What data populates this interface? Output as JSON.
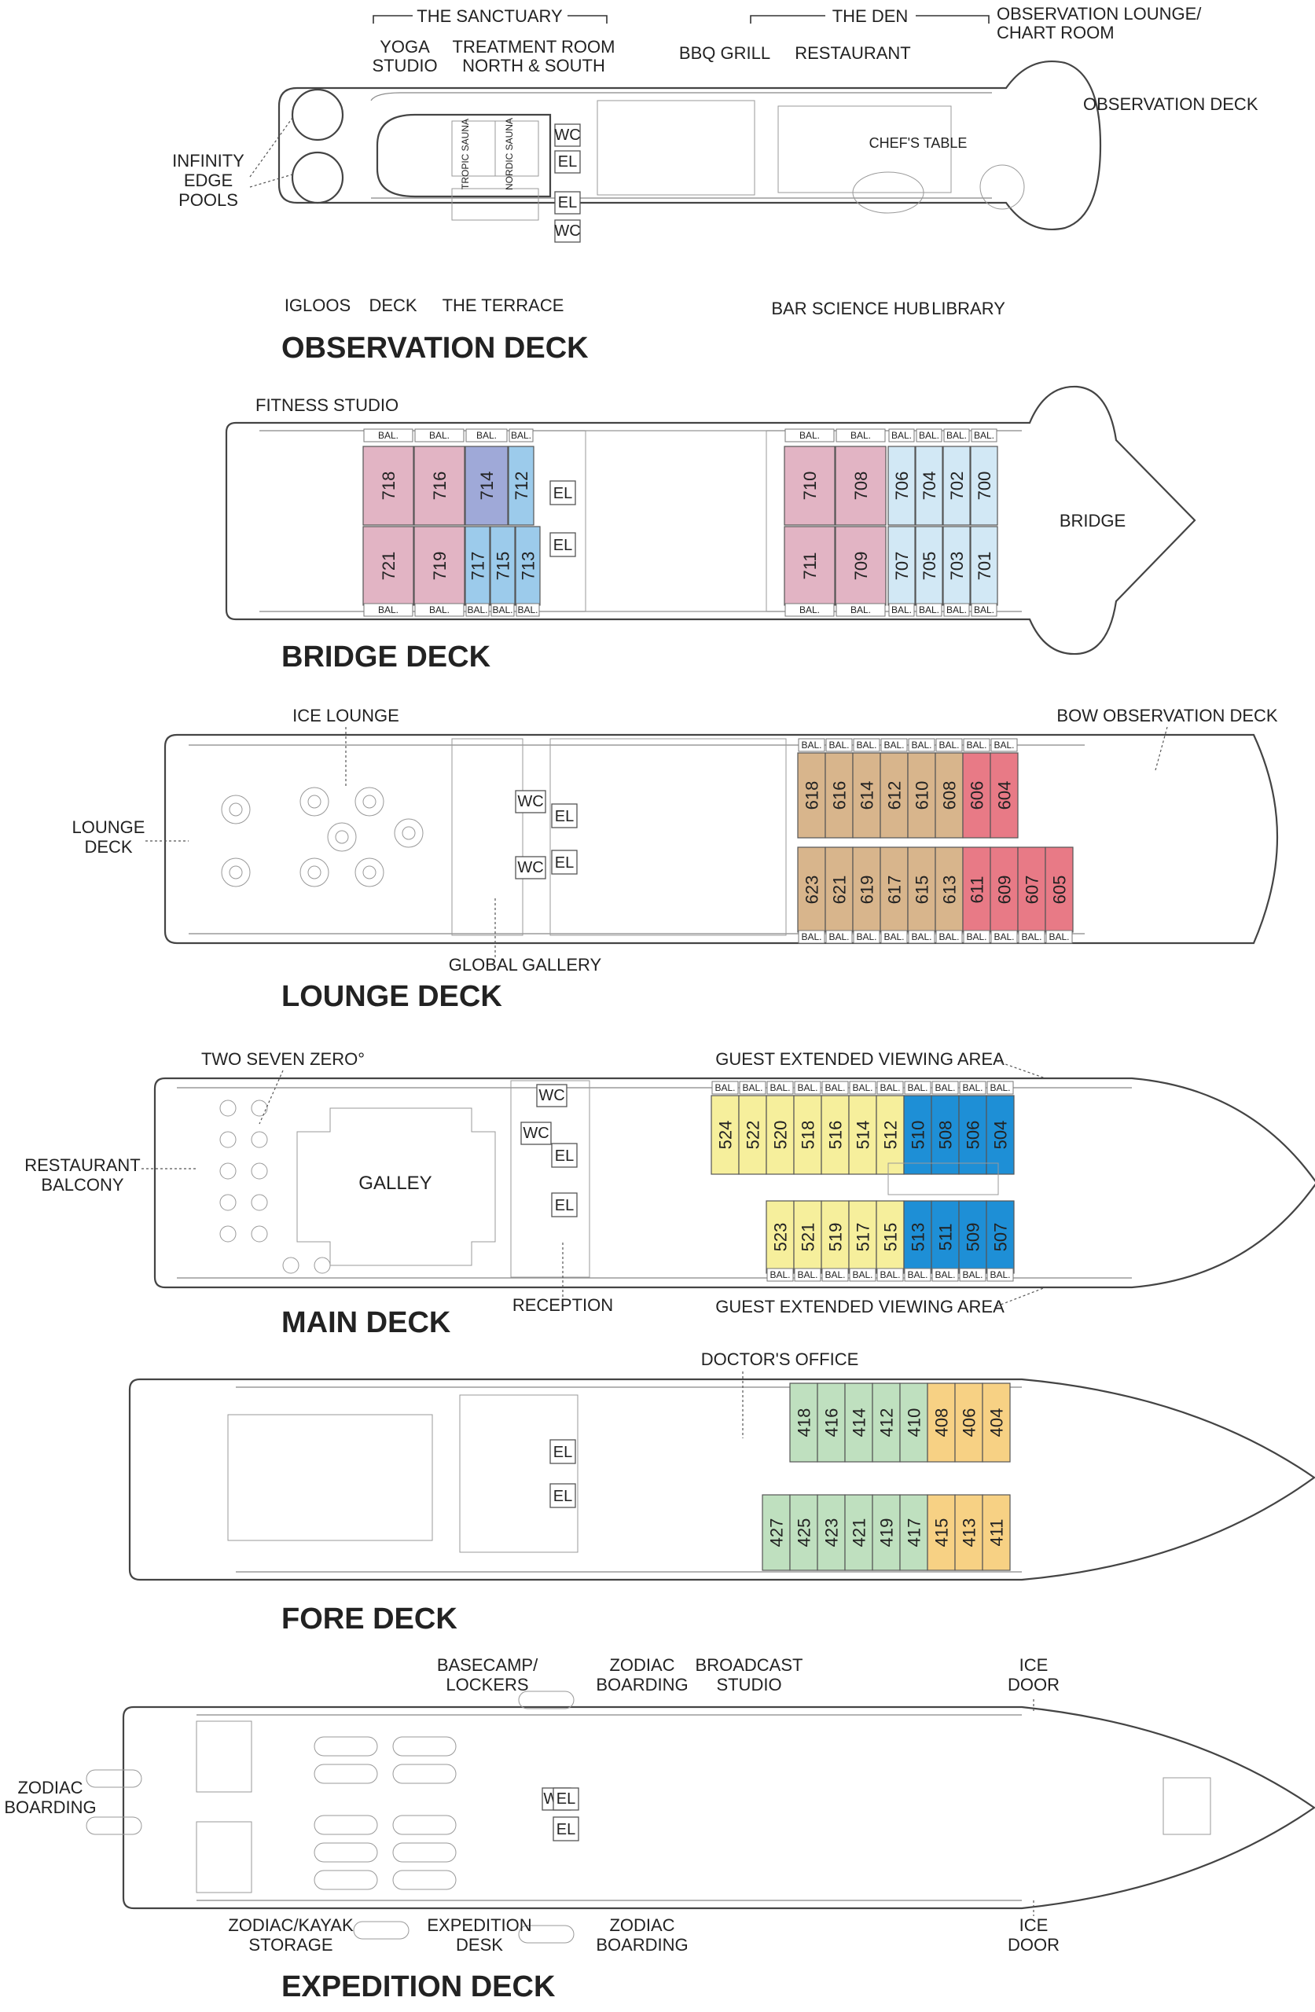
{
  "decks": [
    {
      "id": "observation",
      "title": "OBSERVATION DECK",
      "labels": {
        "sanctuary": "THE SANCTUARY",
        "den": "THE DEN",
        "yoga": "YOGA STUDIO",
        "treatment": "TREATMENT ROOM NORTH & SOUTH",
        "bbq": "BBQ GRILL",
        "restaurant": "RESTAURANT",
        "obs_lounge": "OBSERVATION LOUNGE/ CHART ROOM",
        "obs_deck": "OBSERVATION DECK",
        "infinity": "INFINITY EDGE POOLS",
        "tropic": "TROPIC SAUNA",
        "nordic": "NORDIC SAUNA",
        "chefs": "CHEF'S TABLE",
        "igloos": "IGLOOS",
        "deck": "DECK",
        "terrace": "THE TERRACE",
        "bar": "BAR",
        "science": "SCIENCE HUB",
        "library": "LIBRARY"
      },
      "facilities": [
        "WC",
        "EL",
        "EL",
        "WC"
      ]
    },
    {
      "id": "bridge",
      "title": "BRIDGE DECK",
      "labels": {
        "fitness": "FITNESS STUDIO",
        "bridge": "BRIDGE"
      },
      "cabins_top": [
        {
          "num": "718",
          "color": "#e2b4c4"
        },
        {
          "num": "716",
          "color": "#e2b4c4"
        },
        {
          "num": "714",
          "color": "#9fa9d8"
        },
        {
          "num": "712",
          "color": "#9ccbeb"
        },
        {
          "num": "710",
          "color": "#e2b4c4"
        },
        {
          "num": "708",
          "color": "#e2b4c4"
        },
        {
          "num": "706",
          "color": "#d2e8f5"
        },
        {
          "num": "704",
          "color": "#d2e8f5"
        },
        {
          "num": "702",
          "color": "#d2e8f5"
        },
        {
          "num": "700",
          "color": "#d2e8f5"
        }
      ],
      "cabins_bottom": [
        {
          "num": "721",
          "color": "#e2b4c4"
        },
        {
          "num": "719",
          "color": "#e2b4c4"
        },
        {
          "num": "717",
          "color": "#9ccbeb"
        },
        {
          "num": "715",
          "color": "#9ccbeb"
        },
        {
          "num": "713",
          "color": "#9ccbeb"
        },
        {
          "num": "711",
          "color": "#e2b4c4"
        },
        {
          "num": "709",
          "color": "#e2b4c4"
        },
        {
          "num": "707",
          "color": "#d2e8f5"
        },
        {
          "num": "705",
          "color": "#d2e8f5"
        },
        {
          "num": "703",
          "color": "#d2e8f5"
        },
        {
          "num": "701",
          "color": "#d2e8f5"
        }
      ],
      "facilities": [
        "EL",
        "EL"
      ]
    },
    {
      "id": "lounge",
      "title": "LOUNGE DECK",
      "labels": {
        "ice": "ICE LOUNGE",
        "bow_obs": "BOW OBSERVATION DECK",
        "lounge_deck": "LOUNGE DECK",
        "gallery": "GLOBAL GALLERY"
      },
      "cabins_top": [
        {
          "num": "618",
          "color": "#d8b58c"
        },
        {
          "num": "616",
          "color": "#d8b58c"
        },
        {
          "num": "614",
          "color": "#d8b58c"
        },
        {
          "num": "612",
          "color": "#d8b58c"
        },
        {
          "num": "610",
          "color": "#d8b58c"
        },
        {
          "num": "608",
          "color": "#d8b58c"
        },
        {
          "num": "606",
          "color": "#e87a86"
        },
        {
          "num": "604",
          "color": "#e87a86"
        }
      ],
      "cabins_bottom": [
        {
          "num": "623",
          "color": "#d8b58c"
        },
        {
          "num": "621",
          "color": "#d8b58c"
        },
        {
          "num": "619",
          "color": "#d8b58c"
        },
        {
          "num": "617",
          "color": "#d8b58c"
        },
        {
          "num": "615",
          "color": "#d8b58c"
        },
        {
          "num": "613",
          "color": "#d8b58c"
        },
        {
          "num": "611",
          "color": "#e87a86"
        },
        {
          "num": "609",
          "color": "#e87a86"
        },
        {
          "num": "607",
          "color": "#e87a86"
        },
        {
          "num": "605",
          "color": "#e87a86"
        }
      ],
      "facilities": [
        "WC",
        "EL",
        "WC",
        "EL"
      ]
    },
    {
      "id": "main",
      "title": "MAIN DECK",
      "labels": {
        "tsz": "TWO SEVEN ZERO°",
        "guest_top": "GUEST EXTENDED VIEWING AREA",
        "guest_bottom": "GUEST EXTENDED VIEWING AREA",
        "balcony": "RESTAURANT BALCONY",
        "galley": "GALLEY",
        "reception": "RECEPTION"
      },
      "cabins_top": [
        {
          "num": "524",
          "color": "#f6ef9c"
        },
        {
          "num": "522",
          "color": "#f6ef9c"
        },
        {
          "num": "520",
          "color": "#f6ef9c"
        },
        {
          "num": "518",
          "color": "#f6ef9c"
        },
        {
          "num": "516",
          "color": "#f6ef9c"
        },
        {
          "num": "514",
          "color": "#f6ef9c"
        },
        {
          "num": "512",
          "color": "#f6ef9c"
        },
        {
          "num": "510",
          "color": "#1e8fd6"
        },
        {
          "num": "508",
          "color": "#1e8fd6"
        },
        {
          "num": "506",
          "color": "#1e8fd6"
        },
        {
          "num": "504",
          "color": "#1e8fd6"
        }
      ],
      "cabins_bottom": [
        {
          "num": "523",
          "color": "#f6ef9c"
        },
        {
          "num": "521",
          "color": "#f6ef9c"
        },
        {
          "num": "519",
          "color": "#f6ef9c"
        },
        {
          "num": "517",
          "color": "#f6ef9c"
        },
        {
          "num": "515",
          "color": "#f6ef9c"
        },
        {
          "num": "513",
          "color": "#1e8fd6"
        },
        {
          "num": "511",
          "color": "#1e8fd6"
        },
        {
          "num": "509",
          "color": "#1e8fd6"
        },
        {
          "num": "507",
          "color": "#1e8fd6"
        }
      ],
      "facilities": [
        "WC",
        "WC",
        "EL",
        "EL"
      ]
    },
    {
      "id": "fore",
      "title": "FORE DECK",
      "labels": {
        "doctor": "DOCTOR'S OFFICE"
      },
      "cabins_top": [
        {
          "num": "418",
          "color": "#bfe0bf"
        },
        {
          "num": "416",
          "color": "#bfe0bf"
        },
        {
          "num": "414",
          "color": "#bfe0bf"
        },
        {
          "num": "412",
          "color": "#bfe0bf"
        },
        {
          "num": "410",
          "color": "#bfe0bf"
        },
        {
          "num": "408",
          "color": "#f7d184"
        },
        {
          "num": "406",
          "color": "#f7d184"
        },
        {
          "num": "404",
          "color": "#f7d184"
        }
      ],
      "cabins_bottom": [
        {
          "num": "427",
          "color": "#bfe0bf"
        },
        {
          "num": "425",
          "color": "#bfe0bf"
        },
        {
          "num": "423",
          "color": "#bfe0bf"
        },
        {
          "num": "421",
          "color": "#bfe0bf"
        },
        {
          "num": "419",
          "color": "#bfe0bf"
        },
        {
          "num": "417",
          "color": "#bfe0bf"
        },
        {
          "num": "415",
          "color": "#f7d184"
        },
        {
          "num": "413",
          "color": "#f7d184"
        },
        {
          "num": "411",
          "color": "#f7d184"
        }
      ],
      "facilities": [
        "EL",
        "EL"
      ]
    },
    {
      "id": "expedition",
      "title": "EXPEDITION DECK",
      "labels": {
        "basecamp": "BASECAMP/ LOCKERS",
        "zb_top": "ZODIAC BOARDING",
        "broadcast": "BROADCAST STUDIO",
        "ice_top": "ICE DOOR",
        "zb_left": "ZODIAC BOARDING",
        "storage": "ZODIAC/KAYAK STORAGE",
        "exp_desk": "EXPEDITION DESK",
        "zb_bottom": "ZODIAC BOARDING",
        "ice_bottom": "ICE DOOR"
      },
      "facilities": [
        "WC",
        "EL",
        "EL"
      ]
    }
  ],
  "balcony_label": "BAL.",
  "colors": {
    "outline": "#444444",
    "text": "#222222",
    "background": "#ffffff"
  }
}
